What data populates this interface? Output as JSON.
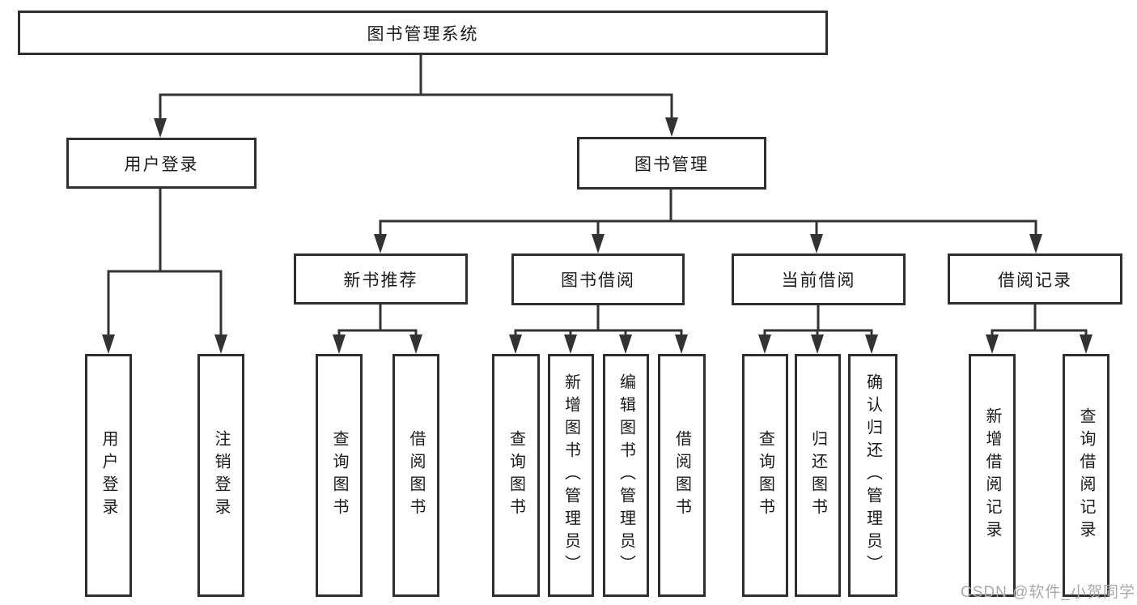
{
  "title": "图书管理系统",
  "watermark": "CSDN @软件_小贺同学",
  "colors": {
    "line": "#333333",
    "box_border": "#2f2f2f",
    "text": "#1b1b1b",
    "watermark": "#a9a9a9",
    "background": "#ffffff"
  },
  "tree": {
    "label": "图书管理系统",
    "children": [
      {
        "label": "用户登录",
        "children": [
          {
            "label": "用户登录"
          },
          {
            "label": "注销登录"
          }
        ]
      },
      {
        "label": "图书管理",
        "children": [
          {
            "label": "新书推荐",
            "children": [
              {
                "label": "查询图书"
              },
              {
                "label": "借阅图书"
              }
            ]
          },
          {
            "label": "图书借阅",
            "children": [
              {
                "label": "查询图书"
              },
              {
                "label": "新增图书（管理员）"
              },
              {
                "label": "编辑图书（管理员）"
              },
              {
                "label": "借阅图书"
              }
            ]
          },
          {
            "label": "当前借阅",
            "children": [
              {
                "label": "查询图书"
              },
              {
                "label": "归还图书"
              },
              {
                "label": "确认归还（管理员）"
              }
            ]
          },
          {
            "label": "借阅记录",
            "children": [
              {
                "label": "新增借阅记录"
              },
              {
                "label": "查询借阅记录"
              }
            ]
          }
        ]
      }
    ]
  }
}
